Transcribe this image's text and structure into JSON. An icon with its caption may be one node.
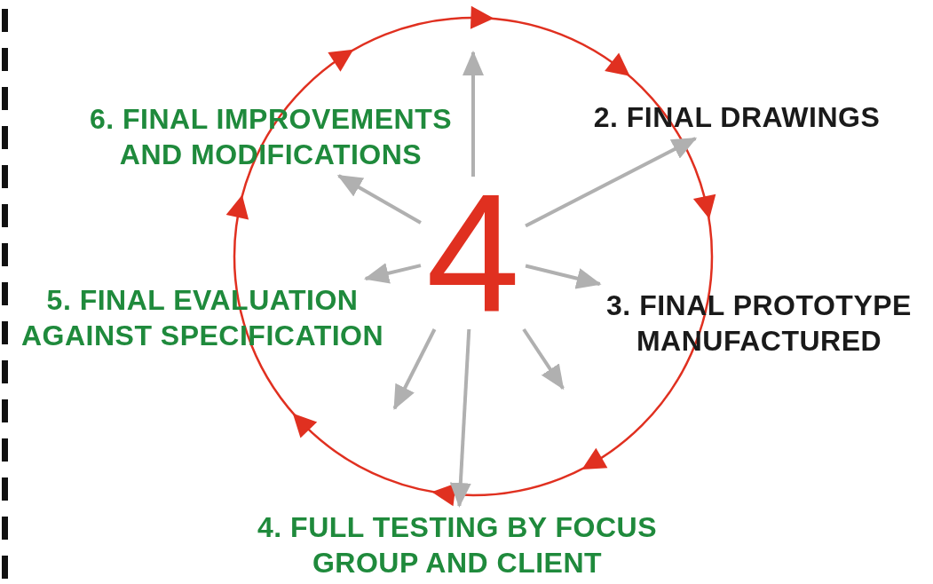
{
  "diagram": {
    "nodes": [
      {
        "text": [
          "4"
        ]
      },
      {
        "text": [
          "2. FINAL DRAWINGS"
        ]
      },
      {
        "text": [
          "3. FINAL PROTOTYPE MANUFACTURED"
        ]
      },
      {
        "text": [
          "4. FULL TESTING BY FOCUS GROUP AND CLIENT"
        ]
      },
      {
        "text": [
          "5. FINAL EVALUATION AGAINST SPECIFICATION"
        ]
      },
      {
        "text": [
          "6. FINAL IMPROVEMENTS AND MODIFICATIONS"
        ]
      }
    ],
    "edges": [
      {
        "from": 0,
        "to": null,
        "arrow": "to"
      },
      {
        "from": 0,
        "to": 1,
        "arrow": "to"
      },
      {
        "from": 0,
        "to": 2,
        "arrow": "to"
      },
      {
        "from": 0,
        "to": null,
        "arrow": "to"
      },
      {
        "from": 0,
        "to": 3,
        "arrow": "to"
      },
      {
        "from": 0,
        "to": null,
        "arrow": "to"
      },
      {
        "from": 0,
        "to": 4,
        "arrow": "to"
      },
      {
        "from": 0,
        "to": 5,
        "arrow": "to"
      }
    ]
  }
}
